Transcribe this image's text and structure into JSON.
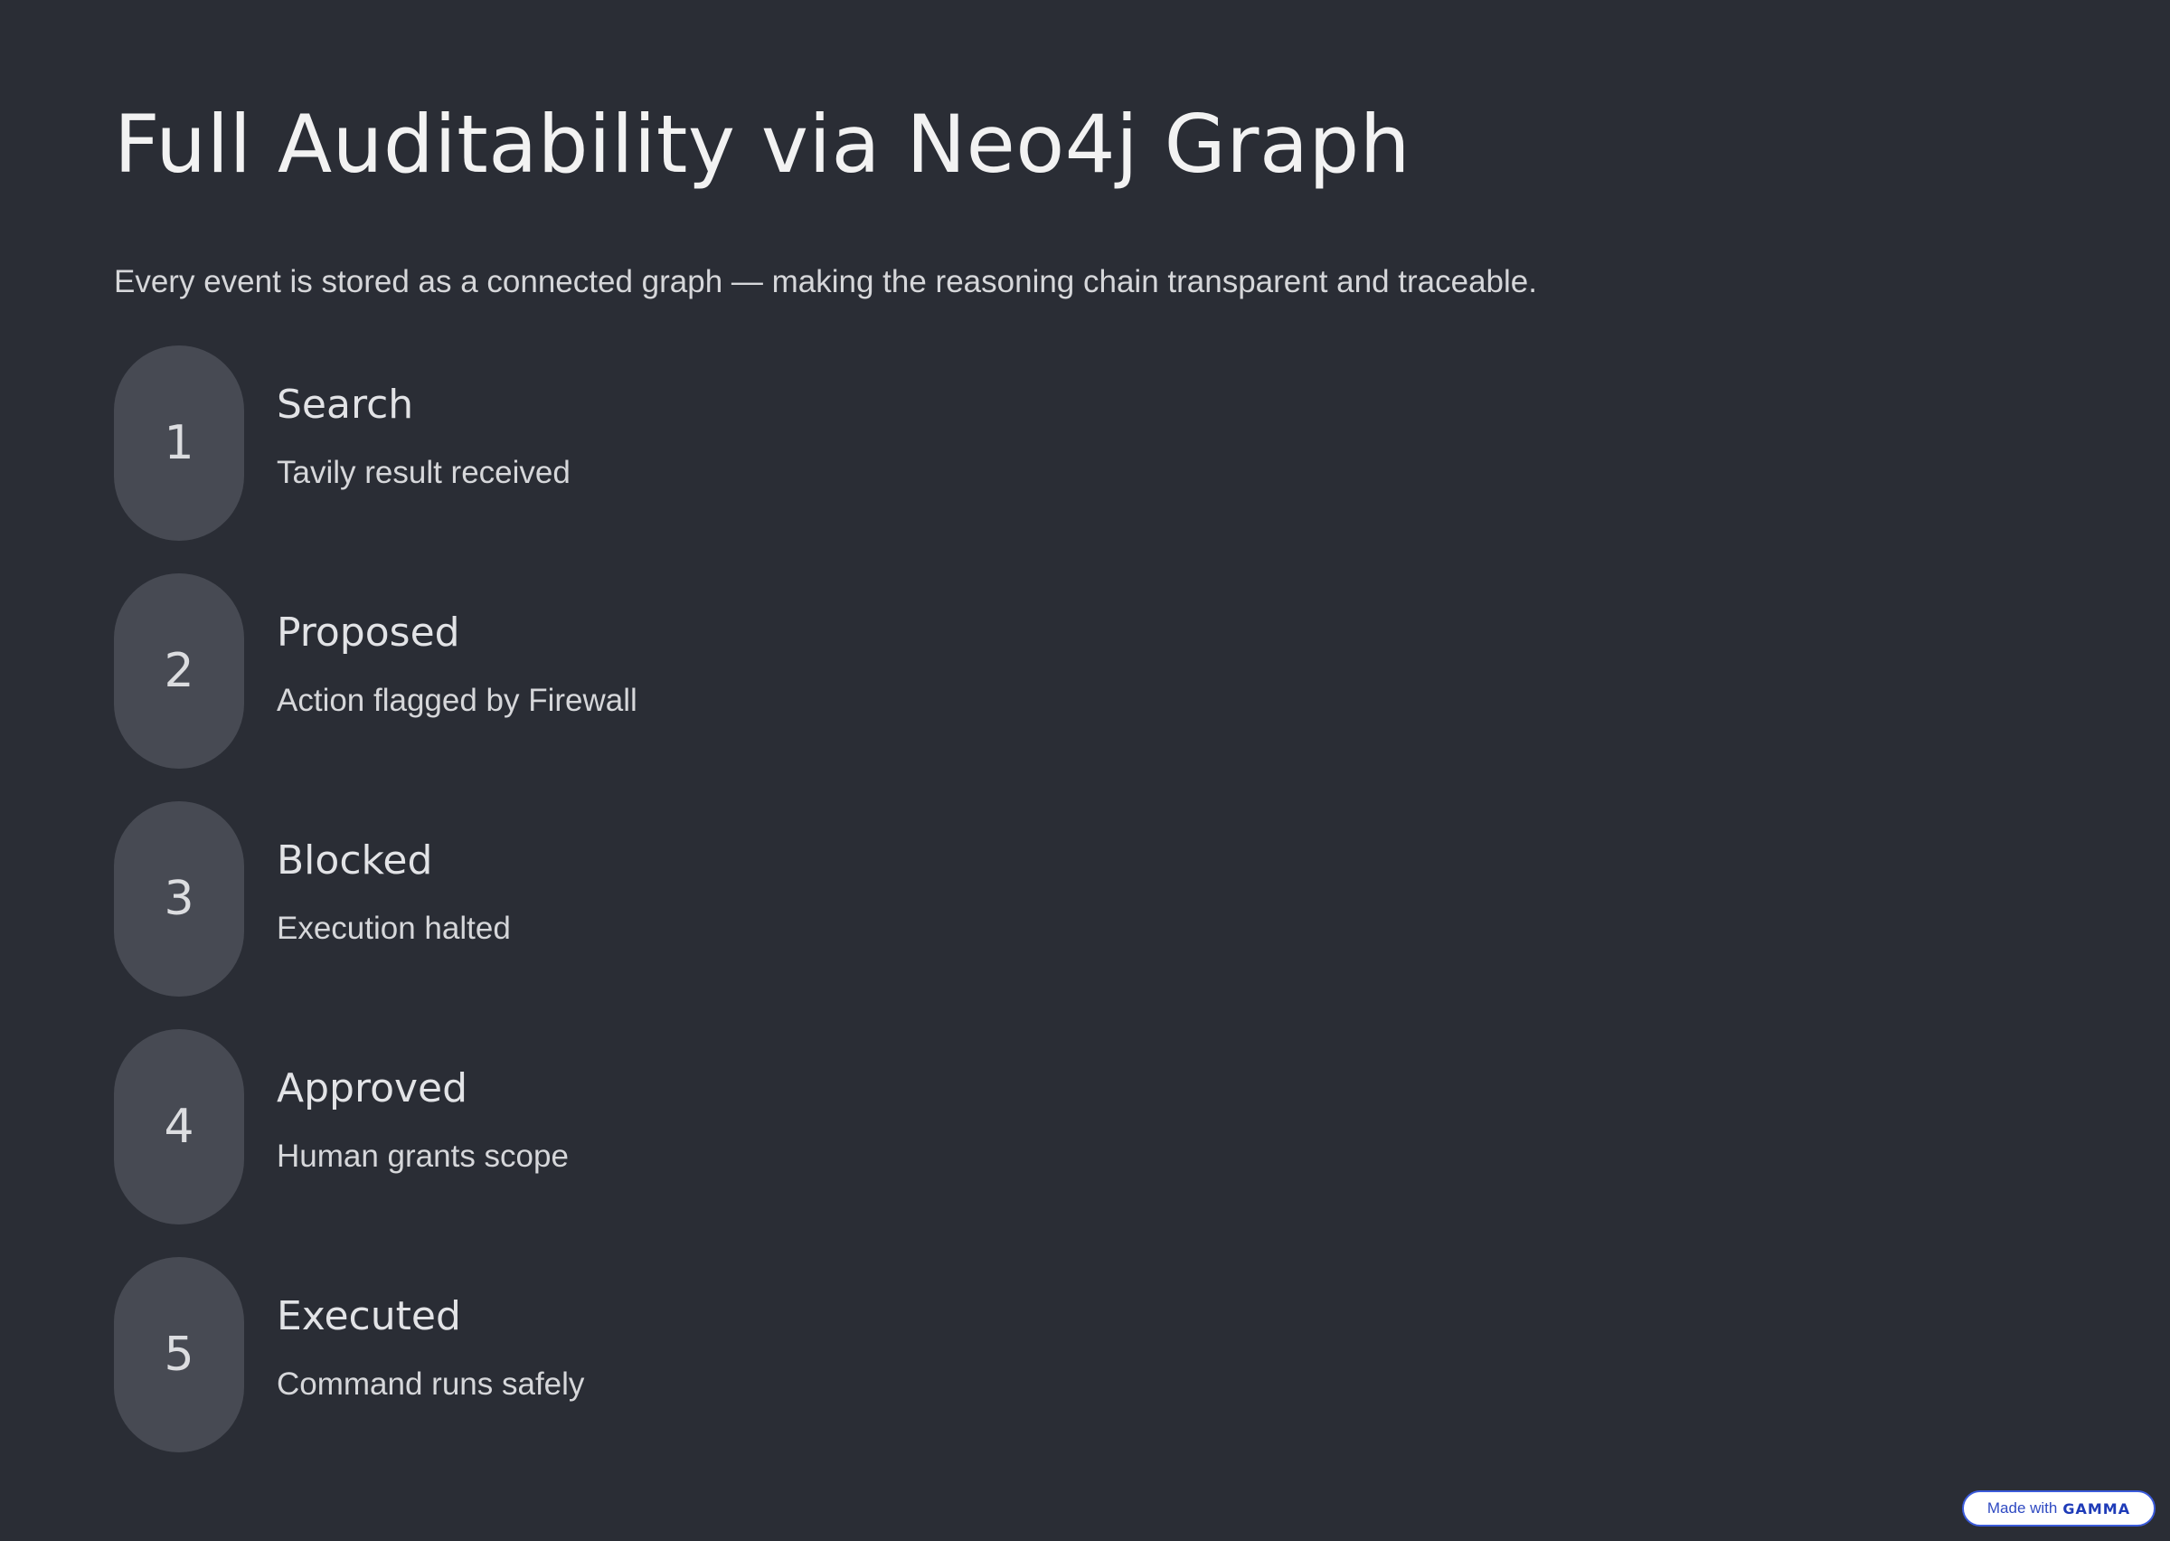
{
  "slide": {
    "title": "Full Auditability via Neo4j Graph",
    "subtitle": "Every event is stored as a connected graph — making the reasoning chain transparent and traceable."
  },
  "steps": [
    {
      "number": "1",
      "title": "Search",
      "description": "Tavily result received"
    },
    {
      "number": "2",
      "title": "Proposed",
      "description": "Action flagged by Firewall"
    },
    {
      "number": "3",
      "title": "Blocked",
      "description": "Execution halted"
    },
    {
      "number": "4",
      "title": "Approved",
      "description": "Human grants scope"
    },
    {
      "number": "5",
      "title": "Executed",
      "description": "Command runs safely"
    }
  ],
  "footer": {
    "made_with_label": "Made with",
    "brand": "GAMMA"
  },
  "colors": {
    "background": "#2a2d35",
    "badge_fill": "#474a53",
    "title_text": "#f2f2f2",
    "body_text": "#d6d7da",
    "gamma_accent": "#3b5bdb"
  }
}
